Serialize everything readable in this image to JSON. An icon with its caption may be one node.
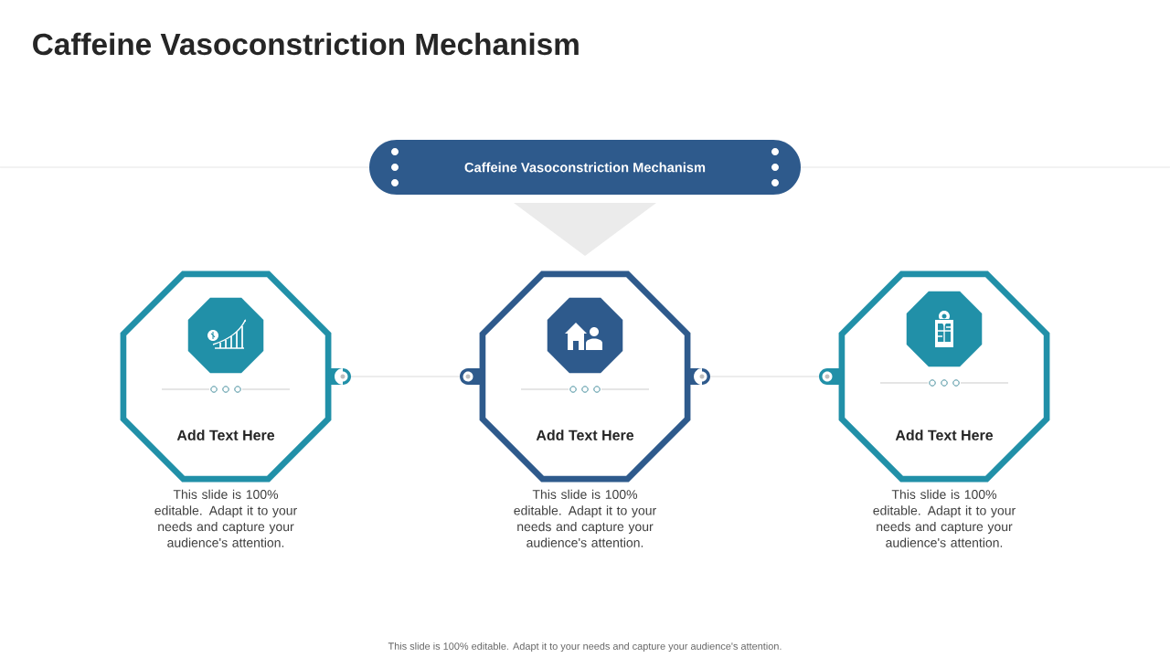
{
  "diagram": {
    "title": "Caffeine Vasoconstriction Mechanism",
    "caption": "This slide is 100% editable. Adapt it to your needs and capture your audience's attention.",
    "nodes": [
      {
        "text": [
          "Caffeine Vasoconstriction Mechanism"
        ]
      },
      {
        "text": [
          "Add Text Here"
        ],
        "beside": [
          "This slide is 100% editable. Adapt it to your needs and capture your audience's attention."
        ]
      },
      {
        "text": [
          "Add Text Here"
        ],
        "beside": [
          "This slide is 100% editable. Adapt it to your needs and capture your audience's attention."
        ]
      },
      {
        "text": [
          "Add Text Here"
        ],
        "beside": [
          "This slide is 100% editable. Adapt it to your needs and capture your audience's attention."
        ]
      }
    ],
    "edges": [
      {
        "from": 1,
        "to": 2,
        "arrow": "none"
      },
      {
        "from": 2,
        "to": 3,
        "arrow": "none"
      }
    ]
  }
}
